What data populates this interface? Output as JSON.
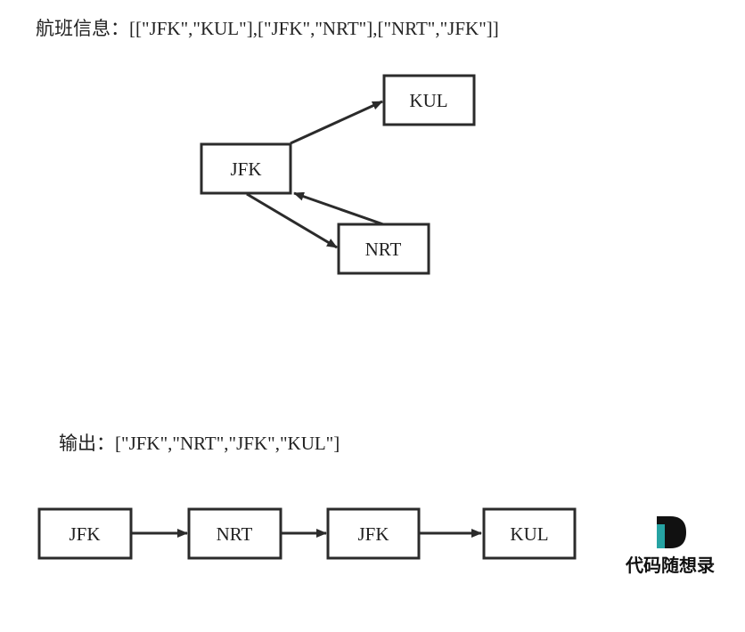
{
  "input": {
    "prefix": "航班信息：",
    "value": "[[\"JFK\",\"KUL\"],[\"JFK\",\"NRT\"],[\"NRT\",\"JFK\"]]"
  },
  "graph": {
    "nodes": [
      {
        "id": "jfk",
        "label": "JFK"
      },
      {
        "id": "kul",
        "label": "KUL"
      },
      {
        "id": "nrt",
        "label": "NRT"
      }
    ],
    "edges": [
      {
        "from": "JFK",
        "to": "KUL"
      },
      {
        "from": "JFK",
        "to": "NRT"
      },
      {
        "from": "NRT",
        "to": "JFK"
      }
    ]
  },
  "output": {
    "prefix": "输出：",
    "value": "[\"JFK\",\"NRT\",\"JFK\",\"KUL\"]",
    "path": [
      "JFK",
      "NRT",
      "JFK",
      "KUL"
    ]
  },
  "logo": {
    "text": "代码随想录",
    "colors": {
      "dark": "#111111",
      "accent": "#26a3a3"
    }
  }
}
